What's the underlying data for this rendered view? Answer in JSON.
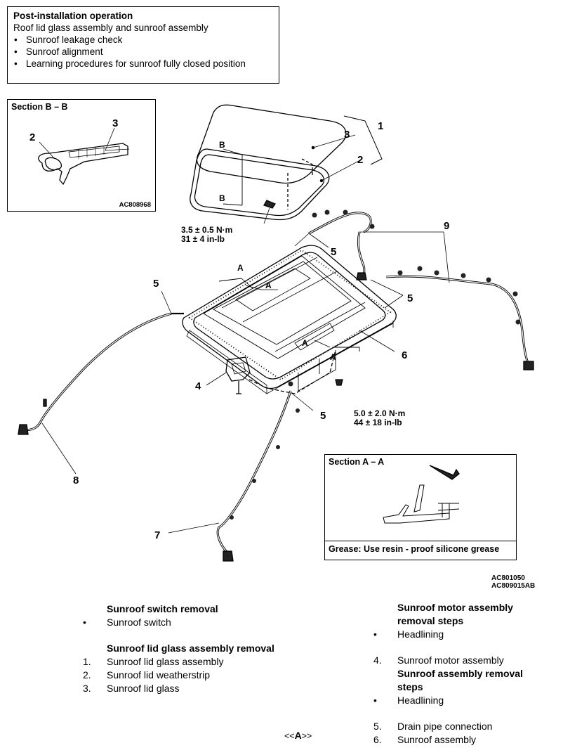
{
  "post_install": {
    "title": "Post-installation operation",
    "subtitle": "Roof lid glass assembly and sunroof assembly",
    "items": [
      "Sunroof leakage check",
      "Sunroof alignment",
      "Learning procedures for sunroof fully closed position"
    ]
  },
  "section_bb": {
    "title": "Section B – B",
    "callouts": [
      "2",
      "3"
    ],
    "code": "AC808968"
  },
  "section_aa": {
    "title": "Section A – A",
    "grease": "Grease: Use resin - proof silicone grease"
  },
  "callouts": {
    "c1": "1",
    "c2": "2",
    "c3": "3",
    "c4": "4",
    "c5a": "5",
    "c5b": "5",
    "c5c": "5",
    "c5d": "5",
    "c6": "6",
    "c7": "7",
    "c8": "8",
    "c9": "9",
    "secA1": "A",
    "secA2": "A",
    "secA3": "A",
    "secA4": "A",
    "secB1": "B",
    "secB2": "B"
  },
  "torques": {
    "t1_nm": "3.5 ± 0.5 N·m",
    "t1_inlb": "31 ± 4 in-lb",
    "t2_nm": "5.0 ± 2.0 N·m",
    "t2_inlb": "44 ± 18 in-lb"
  },
  "figure_codes": [
    "AC801050",
    "AC809015AB"
  ],
  "left_column": {
    "switch_heading": "Sunroof switch removal",
    "switch_item": "Sunroof switch",
    "lid_heading": "Sunroof lid glass assembly removal",
    "lid_steps": [
      {
        "num": "1.",
        "label": "Sunroof lid glass assembly"
      },
      {
        "num": "2.",
        "label": "Sunroof lid weatherstrip"
      },
      {
        "num": "3.",
        "label": "Sunroof lid glass"
      }
    ]
  },
  "right_column": {
    "motor_heading": "Sunroof motor assembly removal steps",
    "motor_item": "Headlining",
    "motor_step": {
      "num": "4.",
      "label": "Sunroof motor assembly"
    },
    "assembly_heading": "Sunroof assembly removal steps",
    "assembly_item": "Headlining",
    "assembly_steps": [
      {
        "num": "5.",
        "label": "Drain pipe connection"
      },
      {
        "num": "6.",
        "label": "Sunroof assembly"
      }
    ]
  },
  "bullet_symbol": "•",
  "pager": {
    "prev": "<<",
    "label": "A",
    "next": ">>"
  }
}
